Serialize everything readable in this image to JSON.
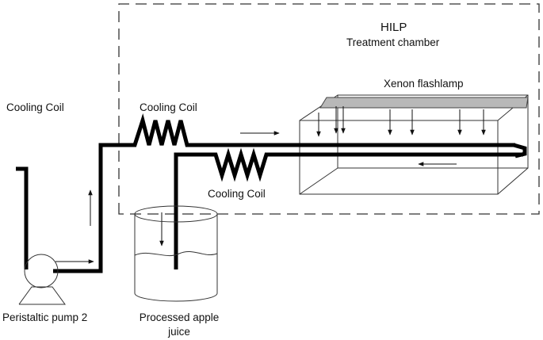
{
  "diagram": {
    "chamber": {
      "title": "HILP",
      "subtitle": "Treatment chamber",
      "lamp_label": "Xenon flashlamp"
    },
    "labels": {
      "cooling_coil_left": "Cooling Coil",
      "cooling_coil_top": "Cooling Coil",
      "cooling_coil_bottom": "Cooling Coil",
      "pump": "Peristaltic pump 2",
      "juice_line1": "Processed apple",
      "juice_line2": "juice"
    },
    "colors": {
      "tube": "#000000",
      "lamp": "#b8b8b8",
      "outline": "#333333"
    }
  }
}
